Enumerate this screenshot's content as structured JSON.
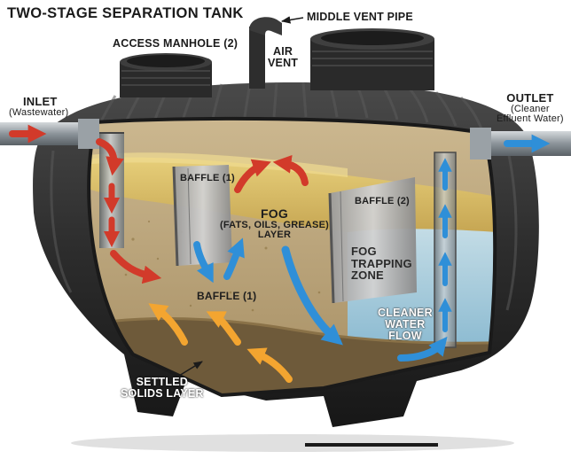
{
  "title": "TWO-STAGE SEPARATION TANK",
  "labels": {
    "access_manhole": "ACCESS MANHOLE (2)",
    "middle_vent_pipe": "MIDDLE VENT PIPE",
    "air_vent": [
      "AIR",
      "VENT"
    ],
    "inlet": {
      "main": "INLET",
      "sub": "(Wastewater)"
    },
    "outlet": {
      "main": "OUTLET",
      "sub": [
        "(Cleaner",
        "Effluent Water)"
      ]
    },
    "baffle_1_top": "BAFFLE (1)",
    "baffle_2": "BAFFLE (2)",
    "fog": [
      "FOG",
      "(FATS, OILS, GREASE)",
      "LAYER"
    ],
    "baffle_1_bottom": "BAFFLE (1)",
    "fog_trapping_zone": [
      "FOG",
      "TRAPPING",
      "ZONE"
    ],
    "cleaner_water_flow": [
      "CLEANER",
      "WATER",
      "FLOW"
    ],
    "settled_solids_layer": [
      "SETTLED",
      "SOLIDS LAYER"
    ]
  },
  "colors": {
    "tank": "#2b2b2b",
    "water": "#c9b58e",
    "clean_water": "#9fcde6",
    "fog_layer": "#d9bd62",
    "sludge": "#6e5a3a",
    "red_arrow": "#d23a2a",
    "blue_arrow": "#2f8fd8",
    "orange_arrow": "#f3a530"
  }
}
